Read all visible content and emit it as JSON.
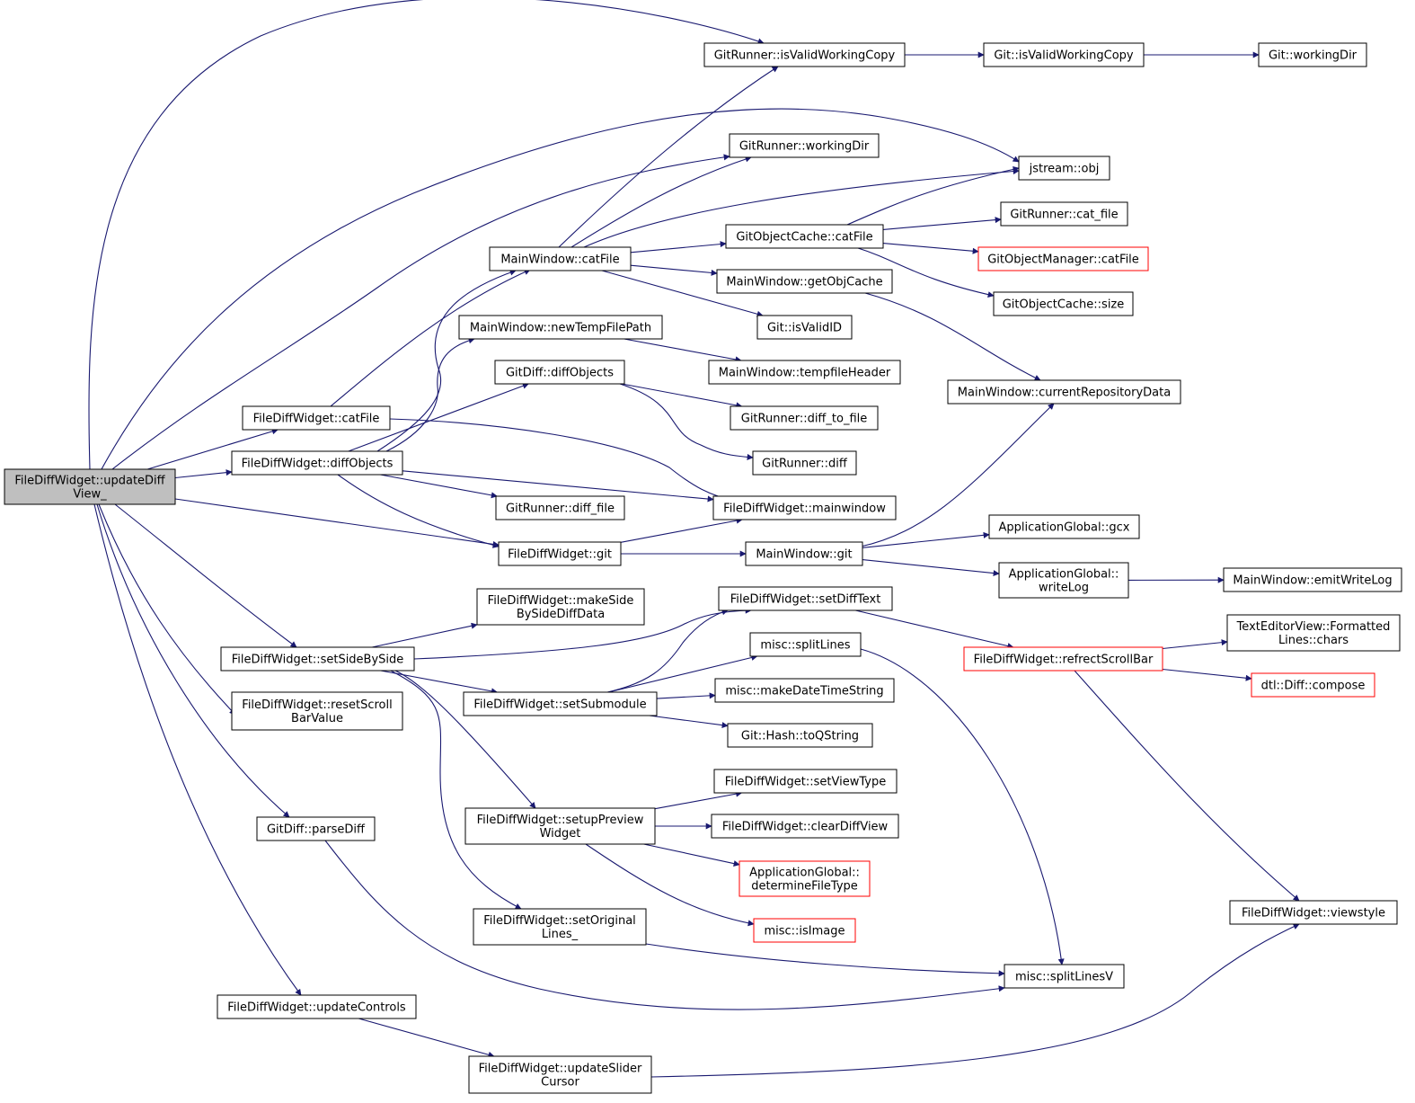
{
  "nodes": {
    "updateDiffView": [
      "FileDiffWidget::updateDiff",
      "View_"
    ],
    "gr_isValidWorkingCopy": [
      "GitRunner::isValidWorkingCopy"
    ],
    "git_isValidWorkingCopy": [
      "Git::isValidWorkingCopy"
    ],
    "git_workingDir": [
      "Git::workingDir"
    ],
    "gr_workingDir": [
      "GitRunner::workingDir"
    ],
    "jstream_obj": [
      "jstream::obj"
    ],
    "goc_catFile": [
      "GitObjectCache::catFile"
    ],
    "gr_cat_file": [
      "GitRunner::cat_file"
    ],
    "mw_catFile": [
      "MainWindow::catFile"
    ],
    "gom_catFile": [
      "GitObjectManager::catFile"
    ],
    "mw_getObjCache": [
      "MainWindow::getObjCache"
    ],
    "goc_size": [
      "GitObjectCache::size"
    ],
    "git_isValidID": [
      "Git::isValidID"
    ],
    "mw_newTempFilePath": [
      "MainWindow::newTempFilePath"
    ],
    "mw_tempfileHeader": [
      "MainWindow::tempfileHeader"
    ],
    "gd_diffObjects": [
      "GitDiff::diffObjects"
    ],
    "mw_currentRepositoryData": [
      "MainWindow::currentRepositoryData"
    ],
    "gr_diff_to_file": [
      "GitRunner::diff_to_file"
    ],
    "fdw_catFile": [
      "FileDiffWidget::catFile"
    ],
    "gr_diff": [
      "GitRunner::diff"
    ],
    "fdw_diffObjects": [
      "FileDiffWidget::diffObjects"
    ],
    "gr_diff_file": [
      "GitRunner::diff_file"
    ],
    "fdw_mainwindow": [
      "FileDiffWidget::mainwindow"
    ],
    "ag_gcx": [
      "ApplicationGlobal::gcx"
    ],
    "fdw_git": [
      "FileDiffWidget::git"
    ],
    "mw_git": [
      "MainWindow::git"
    ],
    "ag_writeLog": [
      "ApplicationGlobal::",
      "writeLog"
    ],
    "mw_emitWriteLog": [
      "MainWindow::emitWriteLog"
    ],
    "fdw_makeSideBySideDiffData": [
      "FileDiffWidget::makeSide",
      "BySideDiffData"
    ],
    "fdw_setDiffText": [
      "FileDiffWidget::setDiffText"
    ],
    "tev_chars": [
      "TextEditorView::Formatted",
      "Lines::chars"
    ],
    "misc_splitLines": [
      "misc::splitLines"
    ],
    "fdw_setSideBySide": [
      "FileDiffWidget::setSideBySide"
    ],
    "fdw_refrectScrollBar": [
      "FileDiffWidget::refrectScrollBar"
    ],
    "dtl_compose": [
      "dtl::Diff::compose"
    ],
    "fdw_setSubmodule": [
      "FileDiffWidget::setSubmodule"
    ],
    "misc_makeDateTimeString": [
      "misc::makeDateTimeString"
    ],
    "fdw_resetScrollBarValue": [
      "FileDiffWidget::resetScroll",
      "BarValue"
    ],
    "git_hash_toQString": [
      "Git::Hash::toQString"
    ],
    "fdw_setViewType": [
      "FileDiffWidget::setViewType"
    ],
    "gd_parseDiff": [
      "GitDiff::parseDiff"
    ],
    "fdw_setupPreviewWidget": [
      "FileDiffWidget::setupPreview",
      "Widget"
    ],
    "fdw_clearDiffView": [
      "FileDiffWidget::clearDiffView"
    ],
    "ag_determineFileType": [
      "ApplicationGlobal::",
      "determineFileType"
    ],
    "misc_isImage": [
      "misc::isImage"
    ],
    "fdw_viewstyle": [
      "FileDiffWidget::viewstyle"
    ],
    "fdw_setOriginalLines": [
      "FileDiffWidget::setOriginal",
      "Lines_"
    ],
    "misc_splitLinesV": [
      "misc::splitLinesV"
    ],
    "fdw_updateControls": [
      "FileDiffWidget::updateControls"
    ],
    "fdw_updateSliderCursor": [
      "FileDiffWidget::updateSlider",
      "Cursor"
    ]
  },
  "highlighted_node": "updateDiffView",
  "truncated_nodes": [
    "gom_catFile",
    "fdw_refrectScrollBar",
    "dtl_compose",
    "ag_determineFileType",
    "misc_isImage"
  ],
  "edges": [
    [
      "updateDiffView",
      "gr_isValidWorkingCopy"
    ],
    [
      "updateDiffView",
      "jstream_obj"
    ],
    [
      "updateDiffView",
      "gr_workingDir"
    ],
    [
      "updateDiffView",
      "fdw_catFile"
    ],
    [
      "updateDiffView",
      "fdw_diffObjects"
    ],
    [
      "updateDiffView",
      "fdw_git"
    ],
    [
      "updateDiffView",
      "fdw_setSideBySide"
    ],
    [
      "updateDiffView",
      "fdw_resetScrollBarValue"
    ],
    [
      "updateDiffView",
      "gd_parseDiff"
    ],
    [
      "updateDiffView",
      "fdw_updateControls"
    ],
    [
      "gr_isValidWorkingCopy",
      "git_isValidWorkingCopy"
    ],
    [
      "git_isValidWorkingCopy",
      "git_workingDir"
    ],
    [
      "mw_catFile",
      "gr_isValidWorkingCopy"
    ],
    [
      "mw_catFile",
      "gr_workingDir"
    ],
    [
      "mw_catFile",
      "jstream_obj"
    ],
    [
      "mw_catFile",
      "goc_catFile"
    ],
    [
      "mw_catFile",
      "mw_getObjCache"
    ],
    [
      "mw_catFile",
      "git_isValidID"
    ],
    [
      "goc_catFile",
      "jstream_obj"
    ],
    [
      "goc_catFile",
      "gr_cat_file"
    ],
    [
      "goc_catFile",
      "gom_catFile"
    ],
    [
      "goc_catFile",
      "goc_size"
    ],
    [
      "mw_getObjCache",
      "mw_currentRepositoryData"
    ],
    [
      "mw_newTempFilePath",
      "mw_tempfileHeader"
    ],
    [
      "gd_diffObjects",
      "gr_diff_to_file"
    ],
    [
      "gd_diffObjects",
      "gr_diff"
    ],
    [
      "fdw_catFile",
      "mw_catFile"
    ],
    [
      "fdw_catFile",
      "fdw_mainwindow"
    ],
    [
      "fdw_diffObjects",
      "mw_catFile"
    ],
    [
      "fdw_diffObjects",
      "mw_newTempFilePath"
    ],
    [
      "fdw_diffObjects",
      "gd_diffObjects"
    ],
    [
      "fdw_diffObjects",
      "fdw_mainwindow"
    ],
    [
      "fdw_diffObjects",
      "gr_diff_file"
    ],
    [
      "fdw_diffObjects",
      "fdw_git"
    ],
    [
      "fdw_git",
      "fdw_mainwindow"
    ],
    [
      "fdw_git",
      "mw_git"
    ],
    [
      "mw_git",
      "mw_currentRepositoryData"
    ],
    [
      "mw_git",
      "ag_gcx"
    ],
    [
      "mw_git",
      "ag_writeLog"
    ],
    [
      "ag_writeLog",
      "mw_emitWriteLog"
    ],
    [
      "fdw_setSideBySide",
      "fdw_makeSideBySideDiffData"
    ],
    [
      "fdw_setSideBySide",
      "fdw_setDiffText"
    ],
    [
      "fdw_setSideBySide",
      "fdw_setSubmodule"
    ],
    [
      "fdw_setSideBySide",
      "fdw_setupPreviewWidget"
    ],
    [
      "fdw_setSideBySide",
      "fdw_setOriginalLines"
    ],
    [
      "fdw_setSubmodule",
      "fdw_setDiffText"
    ],
    [
      "fdw_setSubmodule",
      "misc_splitLines"
    ],
    [
      "fdw_setSubmodule",
      "misc_makeDateTimeString"
    ],
    [
      "fdw_setSubmodule",
      "git_hash_toQString"
    ],
    [
      "fdw_setDiffText",
      "fdw_refrectScrollBar"
    ],
    [
      "fdw_refrectScrollBar",
      "tev_chars"
    ],
    [
      "fdw_refrectScrollBar",
      "dtl_compose"
    ],
    [
      "fdw_refrectScrollBar",
      "fdw_viewstyle"
    ],
    [
      "misc_splitLines",
      "misc_splitLinesV"
    ],
    [
      "fdw_setupPreviewWidget",
      "fdw_setViewType"
    ],
    [
      "fdw_setupPreviewWidget",
      "fdw_clearDiffView"
    ],
    [
      "fdw_setupPreviewWidget",
      "ag_determineFileType"
    ],
    [
      "fdw_setupPreviewWidget",
      "misc_isImage"
    ],
    [
      "fdw_setOriginalLines",
      "misc_splitLinesV"
    ],
    [
      "gd_parseDiff",
      "misc_splitLinesV"
    ],
    [
      "fdw_updateControls",
      "fdw_updateSliderCursor"
    ],
    [
      "fdw_updateSliderCursor",
      "fdw_viewstyle"
    ]
  ],
  "colors": {
    "edge": "#191970",
    "highlight_fill": "#bfbfbf",
    "truncated_border": "#ff0000",
    "border": "#000000"
  }
}
